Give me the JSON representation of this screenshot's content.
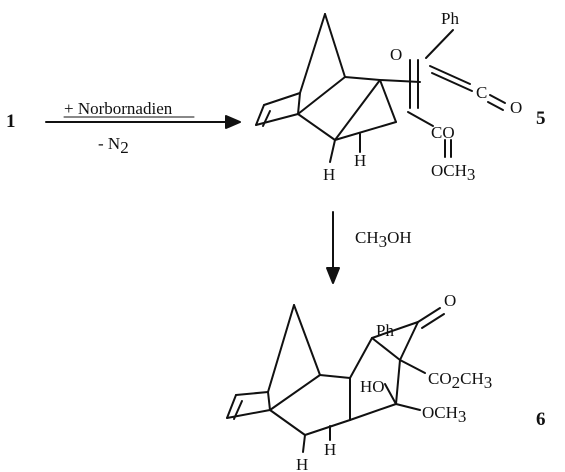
{
  "reactant": {
    "label": "1"
  },
  "step1": {
    "reagent_top": "+ Norbornadien",
    "reagent_bottom_main": "- N",
    "reagent_bottom_sub": "2"
  },
  "compound5": {
    "number": "5",
    "ph": "Ph",
    "ketene_o": "O",
    "ketene_c": "C",
    "ketene_o2": "O",
    "h_bridge": "H",
    "h_bottom": "H",
    "ester_co": "CO",
    "ester_och3_main": "OCH",
    "ester_och3_sub": "3"
  },
  "step2": {
    "reagent_main": "CH",
    "reagent_sub": "3",
    "reagent_tail": "OH"
  },
  "compound6": {
    "number": "6",
    "o_top": "O",
    "ph": "Ph",
    "ho": "HO",
    "co2ch3_a": "CO",
    "co2ch3_sub1": "2",
    "co2ch3_b": "CH",
    "co2ch3_sub2": "3",
    "och3_main": "OCH",
    "och3_sub": "3",
    "h_bridge": "H",
    "h_bottom": "H"
  }
}
